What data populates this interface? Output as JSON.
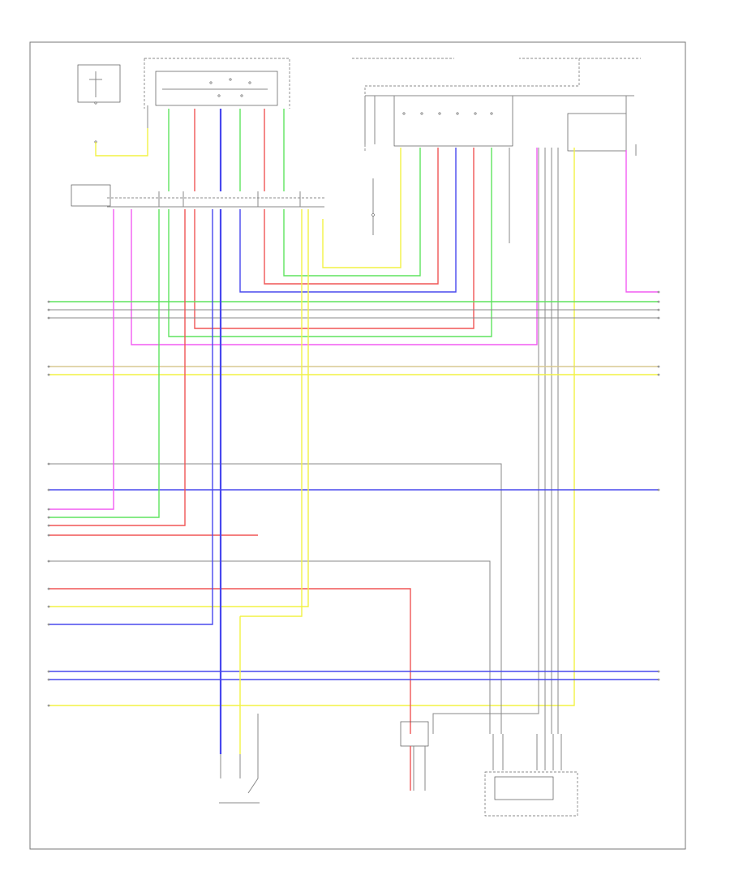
{
  "diagram": {
    "page_code": "",
    "colors": {
      "green": "#5fe35f",
      "red": "#f05555",
      "blue": "#4848ee",
      "yellow": "#f2f244",
      "pink": "#f25cf2",
      "gray": "#999999",
      "tan": "#d8c890"
    },
    "components": [
      {
        "id": "top-left-fuse",
        "label": ""
      },
      {
        "id": "top-connector-block",
        "label": ""
      },
      {
        "id": "top-right-module",
        "label": ""
      },
      {
        "id": "junction-connector",
        "label": ""
      },
      {
        "id": "lower-left-switch",
        "label": ""
      },
      {
        "id": "lower-center-sensor",
        "label": ""
      },
      {
        "id": "lower-right-module",
        "label": ""
      }
    ],
    "bus_lines": []
  }
}
